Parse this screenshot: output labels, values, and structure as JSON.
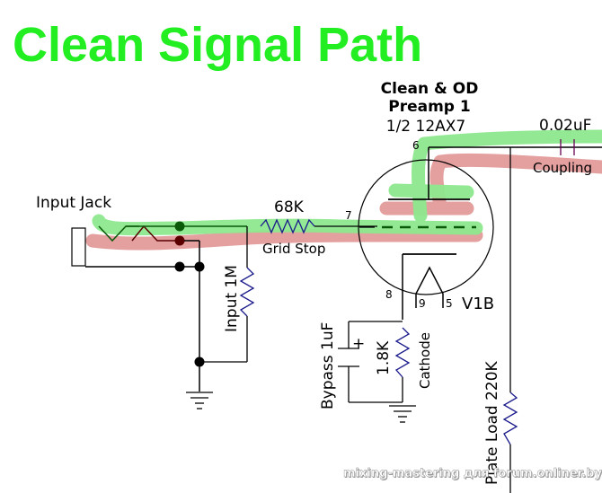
{
  "title": "Clean Signal Path",
  "colors": {
    "title": "#22ee22",
    "clean_path": "#8ee88e",
    "od_path": "#e39a9a",
    "wire": "#000000",
    "resistor": "#1a1a8c",
    "capacitor": "#660055",
    "tip_node": "#0a5a0a",
    "ring_node": "#5a0000"
  },
  "tube": {
    "heading_line1": "Clean & OD",
    "heading_line2": "Preamp 1",
    "type": "1/2 12AX7",
    "designator": "V1B",
    "pins": {
      "plate": "6",
      "grid": "7",
      "cathode": "8",
      "heater_a": "9",
      "heater_b": "5"
    }
  },
  "components": {
    "input_jack": "Input Jack",
    "grid_stop_value": "68K",
    "grid_stop_label": "Grid Stop",
    "input_resistor": "Input 1M",
    "coupling_value": "0.02uF",
    "coupling_label": "Coupling",
    "bypass_cap": "Bypass 1uF",
    "bypass_polarity": "+",
    "cathode_value": "1.8K",
    "cathode_label": "Cathode",
    "plate_load": "Plate Load 220K"
  },
  "watermark": "mixing-mastering для forum.onliner.by"
}
